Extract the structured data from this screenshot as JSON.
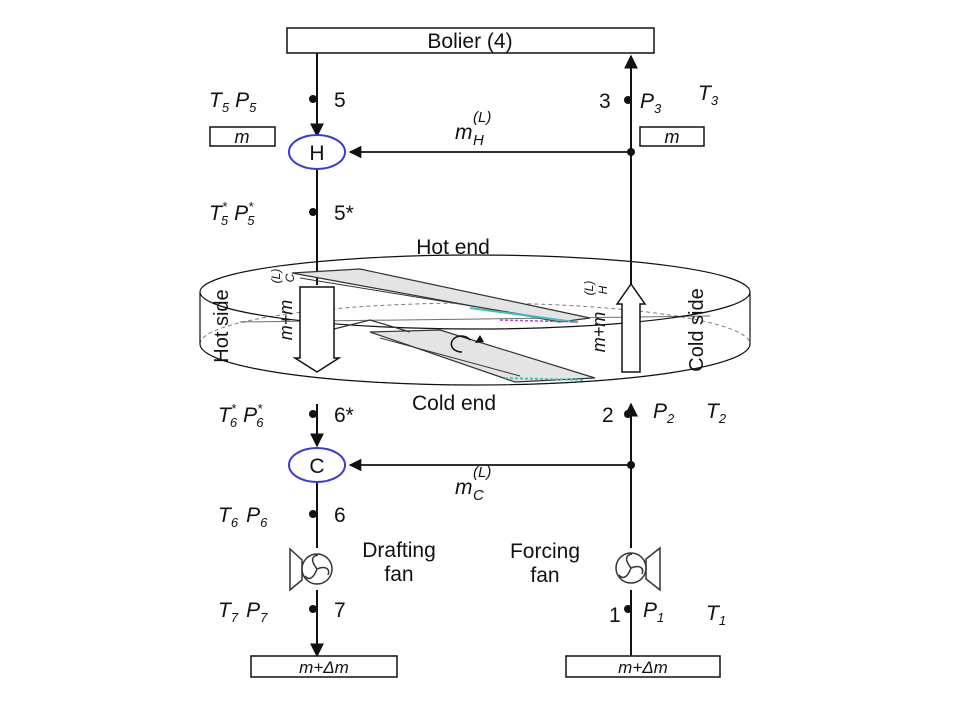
{
  "boiler": {
    "label": "Bolier (4)"
  },
  "boxes": {
    "left_m": "m",
    "right_m": "m",
    "bottom_left": "m+Δm",
    "bottom_right": "m+Δm"
  },
  "nodes": {
    "H": "H",
    "C": "C",
    "p5": {
      "T": "T",
      "Tsub": "5",
      "P": "P",
      "Psub": "5",
      "num": "5"
    },
    "p5s": {
      "T": "T",
      "Tsub": "5",
      "P": "P",
      "Psub": "5",
      "star": "*",
      "num": "5*"
    },
    "p6s": {
      "T": "T",
      "Tsub": "6",
      "P": "P",
      "Psub": "6",
      "star": "*",
      "num": "6*"
    },
    "p6": {
      "T": "T",
      "Tsub": "6",
      "P": "P",
      "Psub": "6",
      "num": "6"
    },
    "p7": {
      "T": "T",
      "Tsub": "7",
      "P": "P",
      "Psub": "7",
      "num": "7"
    },
    "p3": {
      "num": "3",
      "P": "P",
      "Psub": "3",
      "T": "T",
      "Tsub": "3"
    },
    "p2": {
      "num": "2",
      "P": "P",
      "Psub": "2",
      "T": "T",
      "Tsub": "2"
    },
    "p1": {
      "num": "1",
      "P": "P",
      "Psub": "1",
      "T": "T",
      "Tsub": "1"
    }
  },
  "leakage": {
    "mH": "m",
    "mH_sup": "(L)",
    "mH_sub": "H",
    "mC": "m",
    "mC_sup": "(L)",
    "mC_sub": "C"
  },
  "rotor": {
    "hot_end": "Hot end",
    "cold_end": "Cold end",
    "hot_side": "Hot side",
    "cold_side": "Cold side",
    "left_flow": "m+m",
    "left_flow_sup": "(L)",
    "left_flow_sub": "C",
    "right_flow": "m+m",
    "right_flow_sup": "(L)",
    "right_flow_sub": "H"
  },
  "fans": {
    "drafting_line1": "Drafting",
    "drafting_line2": "fan",
    "forcing_line1": "Forcing",
    "forcing_line2": "fan"
  },
  "colors": {
    "node_circle": "#3a3ad8",
    "line": "#111111",
    "accent_purple": "#c040c0",
    "accent_cyan": "#40c0c0"
  }
}
